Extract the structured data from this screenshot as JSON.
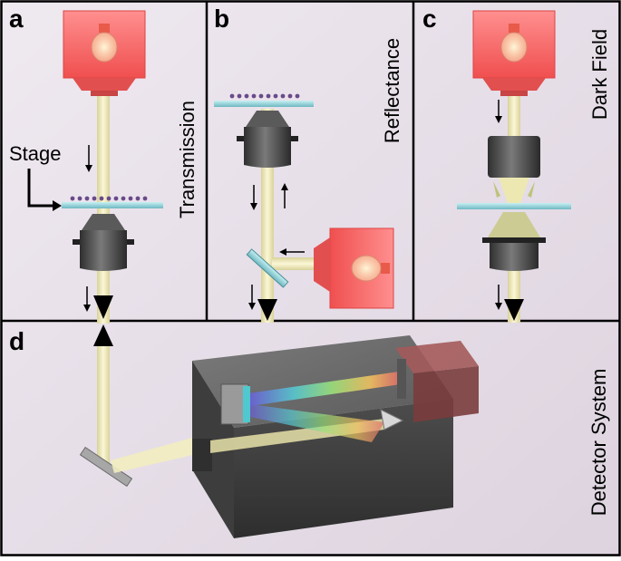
{
  "panels": {
    "a": {
      "letter": "a",
      "title": "Transmission",
      "stage_label": "Stage"
    },
    "b": {
      "letter": "b",
      "title": "Reflectance"
    },
    "c": {
      "letter": "c",
      "title": "Dark Field"
    },
    "d": {
      "letter": "d",
      "title": "Detector System"
    }
  },
  "colors": {
    "background": "#e7e0ea",
    "border": "#000000",
    "lamp_housing": "#f26b6b",
    "light_beam": "#efe9b4",
    "glass_slide": "#8fd3d9",
    "objective": "#4a4a4a",
    "detector_housing": "#5a5a5a",
    "camera": "#8a4848"
  }
}
